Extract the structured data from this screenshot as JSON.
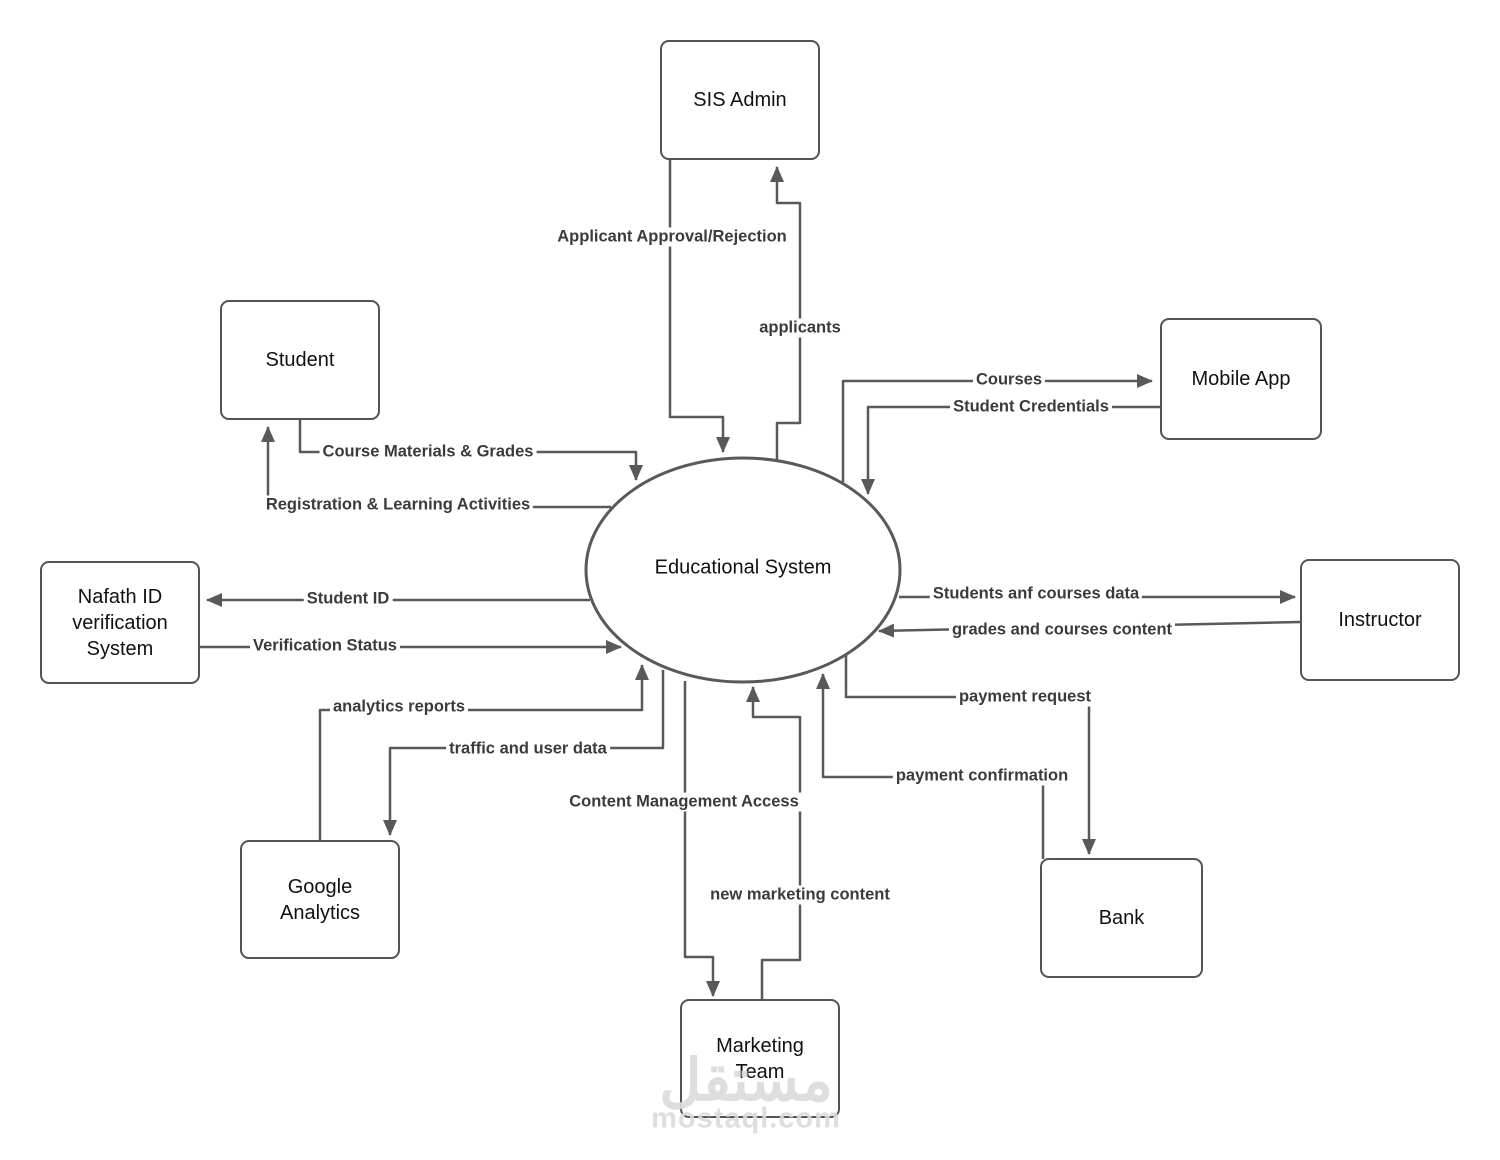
{
  "diagram": {
    "type": "context-data-flow-diagram",
    "process": {
      "label": "Educational System"
    },
    "entities": {
      "sis_admin": {
        "label": "SIS Admin"
      },
      "student": {
        "label": "Student"
      },
      "mobile_app": {
        "label": "Mobile App"
      },
      "nafath": {
        "label": "Nafath ID verification System"
      },
      "instructor": {
        "label": "Instructor"
      },
      "google_analytics": {
        "label": "Google Analytics"
      },
      "bank": {
        "label": "Bank"
      },
      "marketing_team": {
        "label": "Marketing Team"
      }
    },
    "flows": {
      "applicant_approval": {
        "label": "Applicant Approval/Rejection",
        "from": "SIS Admin",
        "to": "Educational System"
      },
      "applicants": {
        "label": "applicants",
        "from": "Educational System",
        "to": "SIS Admin"
      },
      "courses": {
        "label": "Courses",
        "from": "Educational System",
        "to": "Mobile App"
      },
      "student_credentials": {
        "label": "Student Credentials",
        "from": "Mobile App",
        "to": "Educational System"
      },
      "course_materials": {
        "label": "Course Materials & Grades",
        "from": "Student",
        "to": "Educational System"
      },
      "registration": {
        "label": "Registration & Learning Activities",
        "from": "Educational System",
        "to": "Student"
      },
      "student_id": {
        "label": "Student ID",
        "from": "Educational System",
        "to": "Nafath ID verification System"
      },
      "verification_status": {
        "label": "Verification Status",
        "from": "Nafath ID verification System",
        "to": "Educational System"
      },
      "students_courses_data": {
        "label": "Students anf courses data",
        "from": "Educational System",
        "to": "Instructor"
      },
      "grades_courses_content": {
        "label": "grades and courses content",
        "from": "Instructor",
        "to": "Educational System"
      },
      "analytics_reports": {
        "label": "analytics reports",
        "from": "Google Analytics",
        "to": "Educational System"
      },
      "traffic_user_data": {
        "label": "traffic and user data",
        "from": "Educational System",
        "to": "Google Analytics"
      },
      "payment_request": {
        "label": "payment request",
        "from": "Educational System",
        "to": "Bank"
      },
      "payment_confirmation": {
        "label": "payment confirmation",
        "from": "Bank",
        "to": "Educational System"
      },
      "content_management": {
        "label": "Content Management Access",
        "from": "Educational System",
        "to": "Marketing Team"
      },
      "new_marketing_content": {
        "label": "new marketing content",
        "from": "Marketing Team",
        "to": "Educational System"
      }
    },
    "watermark": {
      "arabic": "مستقل",
      "domain": "mostaql.com"
    },
    "colors": {
      "line": "#595959",
      "box_border": "#545454",
      "flow_label_text": "#3b3b3b",
      "box_text": "#111111",
      "watermark": "#dbdbdb",
      "background": "#ffffff"
    }
  }
}
